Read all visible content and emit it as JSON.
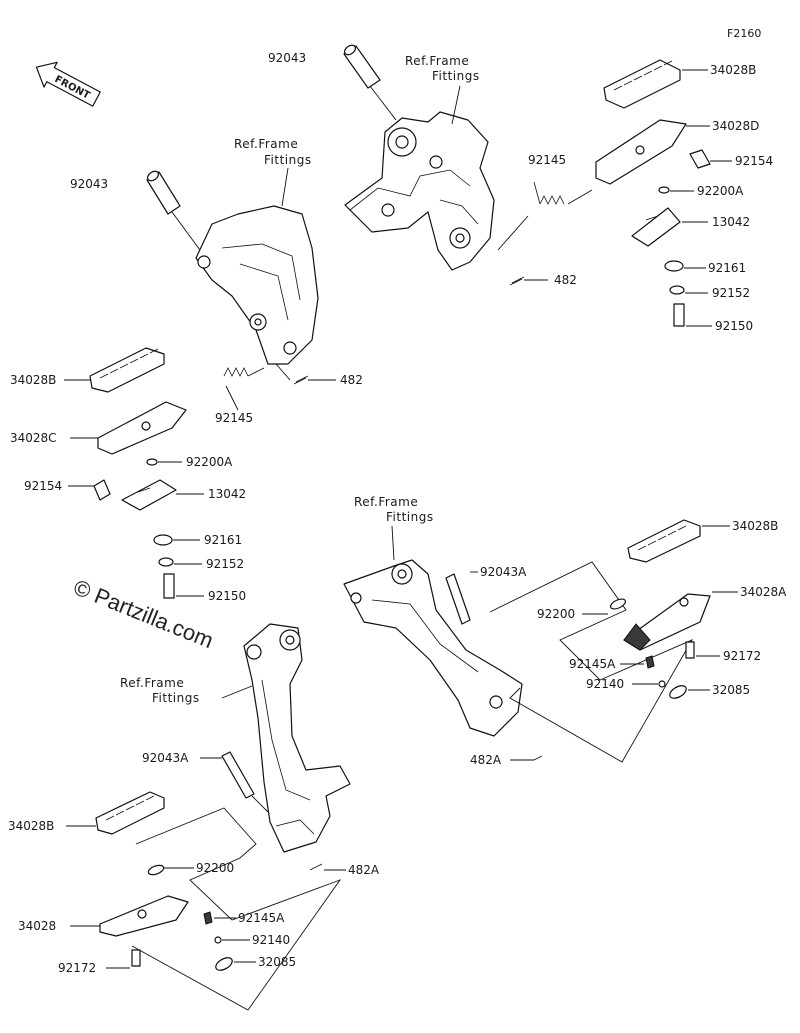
{
  "figure_code": "F2160",
  "direction_label": "FRONT",
  "watermark": "© Partzilla.com",
  "ref_label": {
    "line1": "Ref.Frame",
    "line2": "Fittings"
  },
  "parts": {
    "p92043": "92043",
    "p92043A": "92043A",
    "p34028": "34028",
    "p34028A": "34028A",
    "p34028B": "34028B",
    "p34028C": "34028C",
    "p34028D": "34028D",
    "p92145": "92145",
    "p92145A": "92145A",
    "p92154": "92154",
    "p92200": "92200",
    "p92200A": "92200A",
    "p13042": "13042",
    "p92161": "92161",
    "p92152": "92152",
    "p92150": "92150",
    "p482": "482",
    "p482A": "482A",
    "p92140": "92140",
    "p92172": "92172",
    "p32085": "32085"
  }
}
